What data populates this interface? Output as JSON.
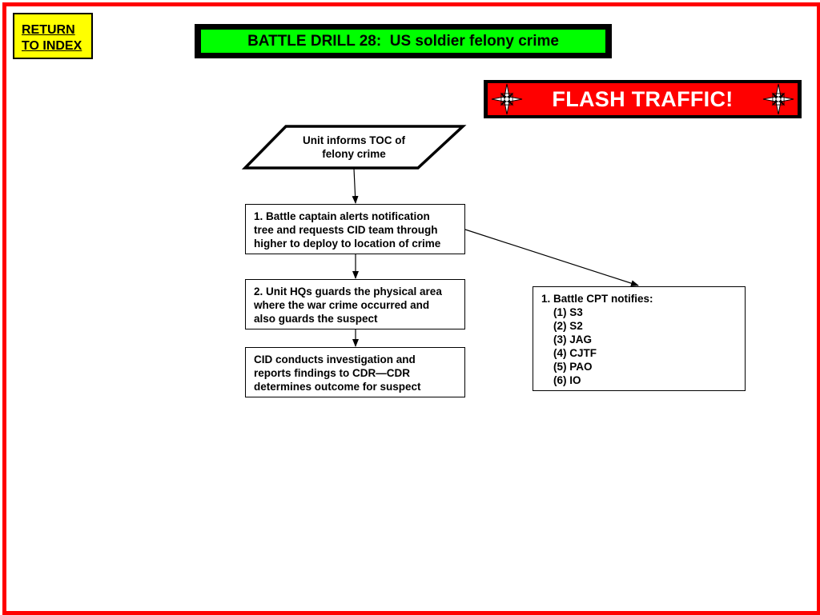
{
  "nav": {
    "return_line1": "RETURN",
    "return_line2": "TO INDEX"
  },
  "header": {
    "title": "BATTLE DRILL 28:  US soldier felony crime"
  },
  "flash": {
    "text": "FLASH TRAFFIC!",
    "icon": "compass-star-icon"
  },
  "flowchart": {
    "start": {
      "line1": "Unit informs TOC of",
      "line2": "felony  crime"
    },
    "step1": {
      "lines": [
        "1. Battle captain alerts notification",
        "tree and requests CID team through",
        "higher to deploy to location of crime"
      ]
    },
    "step2": {
      "lines": [
        "2. Unit HQs guards the physical area",
        "where the war crime occurred and",
        "also guards the suspect"
      ]
    },
    "step3": {
      "lines": [
        "CID conducts investigation and",
        "reports findings to CDR—CDR",
        "determines outcome for suspect"
      ]
    },
    "notify": {
      "heading": "1. Battle CPT notifies:",
      "items": [
        "(1) S3",
        "(2) S2",
        "(3) JAG",
        "(4) CJTF",
        "(5) PAO",
        "(6) IO"
      ]
    }
  },
  "colors": {
    "frame": "#ff0000",
    "title_bg": "#00ff00",
    "flash_bg": "#ff0000",
    "return_bg": "#ffff00"
  }
}
